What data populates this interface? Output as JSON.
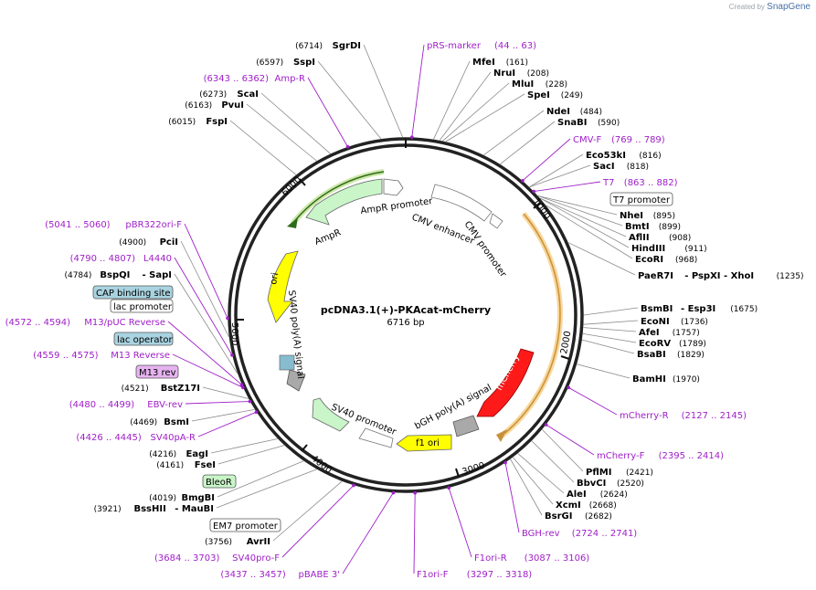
{
  "credit": {
    "created_by": "Created by",
    "brand": "SnapGene"
  },
  "plasmid": {
    "name": "pcDNA3.1(+)-PKAcat-mCherry",
    "size": "6716 bp"
  },
  "ticks": [
    "1000",
    "2000",
    "3000",
    "4000",
    "5000",
    "6000"
  ],
  "features": {
    "ampr_promoter": "AmpR promoter",
    "ampr": "AmpR",
    "ori": "ori",
    "cmv_enhancer": "CMV enhancer",
    "cmv_promoter": "CMV promoter",
    "mcherry": "mCherry",
    "bgh": "bGH poly(A) signal",
    "f1ori": "f1 ori",
    "sv40promoter": "SV40 promoter",
    "sv40polya": "SV40 poly(A) signal"
  },
  "sites_right": [
    {
      "name": "SgrDI",
      "pos": "(6714)"
    },
    {
      "name": "SspI",
      "pos": "(6597)"
    },
    {
      "name": "ScaI",
      "pos": "(6273)"
    },
    {
      "name": "PvuI",
      "pos": "(6163)"
    },
    {
      "name": "FspI",
      "pos": "(6015)"
    },
    {
      "name": "MfeI",
      "pos": "(161)"
    },
    {
      "name": "NruI",
      "pos": "(208)"
    },
    {
      "name": "MluI",
      "pos": "(228)"
    },
    {
      "name": "SpeI",
      "pos": "(249)"
    },
    {
      "name": "NdeI",
      "pos": "(484)"
    },
    {
      "name": "SnaBI",
      "pos": "(590)"
    },
    {
      "name": "Eco53kI",
      "pos": "(816)"
    },
    {
      "name": "SacI",
      "pos": "(818)"
    },
    {
      "name": "NheI",
      "pos": "(895)"
    },
    {
      "name": "BmtI",
      "pos": "(899)"
    },
    {
      "name": "AflII",
      "pos": "(908)"
    },
    {
      "name": "HindIII",
      "pos": "(911)"
    },
    {
      "name": "EcoRI",
      "pos": "(968)"
    },
    {
      "name": "PaeR7I",
      "pos": "(1235)",
      "extra": "- PspXI - XhoI"
    },
    {
      "name": "BsmBI",
      "pos": "(1675)",
      "extra": "- Esp3I"
    },
    {
      "name": "EcoNI",
      "pos": "(1736)"
    },
    {
      "name": "AfeI",
      "pos": "(1757)"
    },
    {
      "name": "EcoRV",
      "pos": "(1789)"
    },
    {
      "name": "BsaBI",
      "pos": "(1829)"
    },
    {
      "name": "BamHI",
      "pos": "(1970)"
    },
    {
      "name": "PflMI",
      "pos": "(2421)"
    },
    {
      "name": "BbvCI",
      "pos": "(2520)"
    },
    {
      "name": "AleI",
      "pos": "(2624)"
    },
    {
      "name": "XcmI",
      "pos": "(2668)"
    },
    {
      "name": "BsrGI",
      "pos": "(2682)"
    }
  ],
  "sites_left": [
    {
      "name": "PciI",
      "pos": "(4900)"
    },
    {
      "name": "BspQI",
      "pos": "(4784)",
      "extra": "- SapI"
    },
    {
      "name": "BstZ17I",
      "pos": "(4521)"
    },
    {
      "name": "BsmI",
      "pos": "(4469)"
    },
    {
      "name": "EagI",
      "pos": "(4216)"
    },
    {
      "name": "FseI",
      "pos": "(4161)"
    },
    {
      "name": "BmgBI",
      "pos": "(4019)"
    },
    {
      "name": "BssHII",
      "pos": "(3921)",
      "extra": "- MauBI"
    },
    {
      "name": "AvrII",
      "pos": "(3756)"
    }
  ],
  "primers": [
    {
      "name": "pRS-marker",
      "range": "(44 .. 63)"
    },
    {
      "name": "Amp-R",
      "range": "(6343 .. 6362)"
    },
    {
      "name": "CMV-F",
      "range": "(769 .. 789)"
    },
    {
      "name": "T7",
      "range": "(863 .. 882)"
    },
    {
      "name": "mCherry-R",
      "range": "(2127 .. 2145)"
    },
    {
      "name": "mCherry-F",
      "range": "(2395 .. 2414)"
    },
    {
      "name": "BGH-rev",
      "range": "(2724 .. 2741)"
    },
    {
      "name": "F1ori-R",
      "range": "(3087 .. 3106)"
    },
    {
      "name": "F1ori-F",
      "range": "(3297 .. 3318)"
    },
    {
      "name": "pBABE 3'",
      "range": "(3437 .. 3457)"
    },
    {
      "name": "SV40pro-F",
      "range": "(3684 .. 3703)"
    },
    {
      "name": "SV40pA-R",
      "range": "(4426 .. 4445)"
    },
    {
      "name": "EBV-rev",
      "range": "(4480 .. 4499)"
    },
    {
      "name": "M13 Reverse",
      "range": "(4559 .. 4575)"
    },
    {
      "name": "M13/pUC Reverse",
      "range": "(4572 .. 4594)"
    },
    {
      "name": "L4440",
      "range": "(4790 .. 4807)"
    },
    {
      "name": "pBR322ori-F",
      "range": "(5041 .. 5060)"
    }
  ],
  "boxes": {
    "t7_promoter": "T7 promoter",
    "cap": "CAP binding site",
    "lac_promoter": "lac promoter",
    "lac_operator": "lac operator",
    "m13rev": "M13 rev",
    "bleor": "BleoR",
    "em7": "EM7 promoter"
  }
}
